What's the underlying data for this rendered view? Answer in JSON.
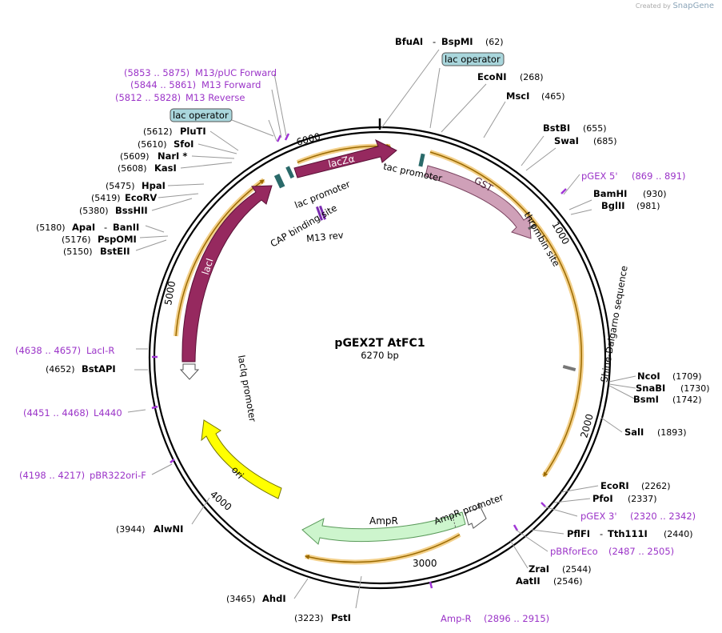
{
  "watermark": {
    "prefix": "Created by",
    "brand": "SnapGene"
  },
  "plasmid": {
    "name": "pGEX2T AtFC1",
    "length_label": "6270 bp"
  },
  "colors": {
    "backbone": "#000000",
    "primer": "#a036d6",
    "lacI": "#96295f",
    "lacZa": "#96295f",
    "GST": "#cfa0b8",
    "AmpR": "#cdf5cd",
    "ori": "#ffff00",
    "orf": "#ffa500",
    "operator": "#a9d6dc",
    "lac_promoter": "#2a6a6a"
  },
  "ticks": [
    "1000",
    "2000",
    "3000",
    "4000",
    "5000",
    "6000"
  ],
  "enzymes": [
    {
      "name": "BfuAI",
      "name2": "BspMI",
      "pos": "(62)"
    },
    {
      "name": "EcoNI",
      "pos": "(268)"
    },
    {
      "name": "MscI",
      "pos": "(465)"
    },
    {
      "name": "BstBI",
      "pos": "(655)"
    },
    {
      "name": "SwaI",
      "pos": "(685)"
    },
    {
      "name": "BamHI",
      "pos": "(930)"
    },
    {
      "name": "BglII",
      "pos": "(981)"
    },
    {
      "name": "NcoI",
      "pos": "(1709)"
    },
    {
      "name": "SnaBI",
      "pos": "(1730)"
    },
    {
      "name": "BsmI",
      "pos": "(1742)"
    },
    {
      "name": "SalI",
      "pos": "(1893)"
    },
    {
      "name": "EcoRI",
      "pos": "(2262)"
    },
    {
      "name": "PfoI",
      "pos": "(2337)"
    },
    {
      "name": "PflFI",
      "name2": "Tth111I",
      "pos": "(2440)"
    },
    {
      "name": "ZraI",
      "pos": "(2544)"
    },
    {
      "name": "AatII",
      "pos": "(2546)"
    },
    {
      "name": "PstI",
      "pos": "(3223)"
    },
    {
      "name": "AhdI",
      "pos": "(3465)"
    },
    {
      "name": "AlwNI",
      "pos": "(3944)"
    },
    {
      "name": "BstAPI",
      "pos": "(4652)"
    },
    {
      "name": "BstEII",
      "pos": "(5150)"
    },
    {
      "name": "PspOMI",
      "pos": "(5176)"
    },
    {
      "name": "ApaI",
      "name2": "BanII",
      "pos": "(5180)"
    },
    {
      "name": "BssHII",
      "pos": "(5380)"
    },
    {
      "name": "EcoRV",
      "pos": "(5419)"
    },
    {
      "name": "HpaI",
      "pos": "(5475)"
    },
    {
      "name": "KasI",
      "pos": "(5608)"
    },
    {
      "name": "NarI *",
      "pos": "(5609)"
    },
    {
      "name": "SfoI",
      "pos": "(5610)"
    },
    {
      "name": "PluTI",
      "pos": "(5612)"
    }
  ],
  "primers": [
    {
      "name": "M13/pUC Forward",
      "range": "(5853 .. 5875)"
    },
    {
      "name": "M13 Forward",
      "range": "(5844 .. 5861)"
    },
    {
      "name": "M13 Reverse",
      "range": "(5812 .. 5828)"
    },
    {
      "name": "pGEX 5'",
      "range": "(869 .. 891)"
    },
    {
      "name": "pGEX 3'",
      "range": "(2320 .. 2342)"
    },
    {
      "name": "pBRforEco",
      "range": "(2487 .. 2505)"
    },
    {
      "name": "Amp-R",
      "range": "(2896 .. 2915)"
    },
    {
      "name": "pBR322ori-F",
      "range": "(4198 .. 4217)"
    },
    {
      "name": "L4440",
      "range": "(4451 .. 4468)"
    },
    {
      "name": "LacI-R",
      "range": "(4638 .. 4657)"
    }
  ],
  "features": {
    "lac_operator_top": "lac operator",
    "lac_operator_left": "lac operator",
    "lacZa": "lacZα",
    "GST": "GST",
    "lacI": "lacI",
    "AmpR": "AmpR",
    "ori": "ori",
    "tac_promoter": "tac promoter",
    "lac_promoter": "lac promoter",
    "cap_site": "CAP binding site",
    "m13_rev": "M13 rev",
    "thrombin": "thrombin site",
    "shine": "Shine-Dalgarno sequence",
    "laciq": "lacIq promoter",
    "ampr_promoter": "AmpR promoter"
  }
}
